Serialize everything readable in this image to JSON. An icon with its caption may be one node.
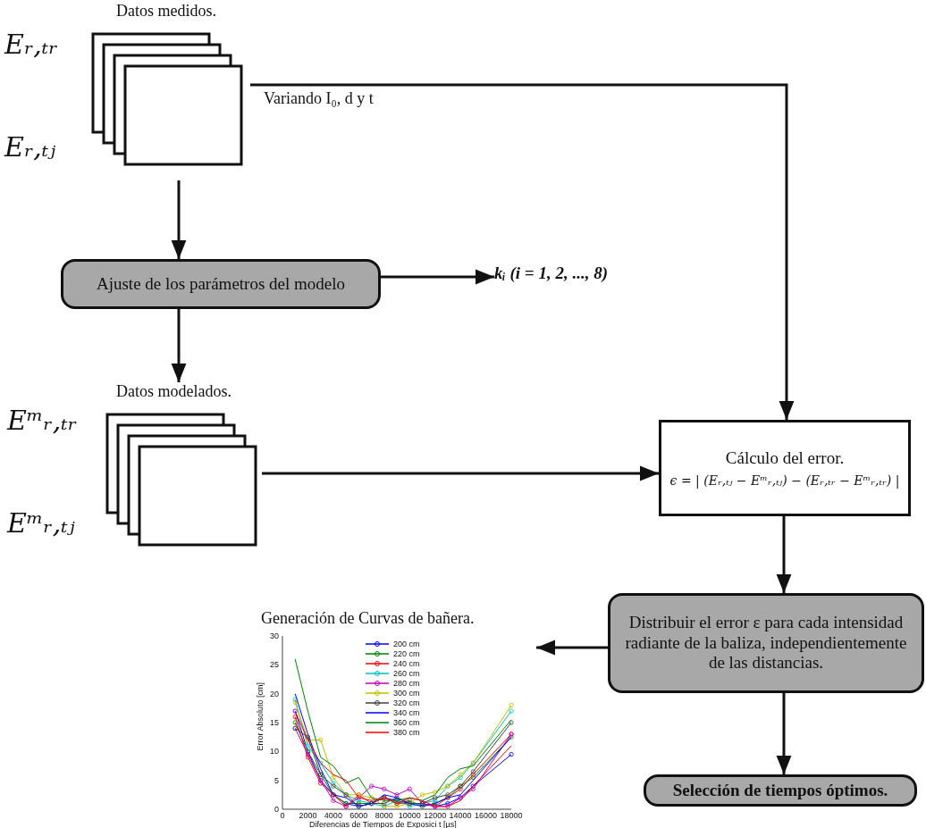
{
  "diagram": {
    "nodes": [
      {
        "text": [
          "Datos medidos."
        ],
        "beside": [
          "Eᵣ,ₜᵣ",
          "Eᵣ,ₜⱼ"
        ]
      },
      {
        "text": [
          "Ajuste de los parámetros del modelo"
        ]
      },
      {
        "text": [
          "kᵢ (i = 1, 2, ..., 8)"
        ]
      },
      {
        "text": [
          "Datos modelados."
        ],
        "beside": [
          "Eᵐᵣ,ₜᵣ",
          "Eᵐᵣ,ₜⱼ"
        ]
      },
      {
        "text": [
          "Cálculo del error.",
          "ϵ = | (Eᵣ,ₜⱼ − Eᵐᵣ,ₜⱼ) − (Eᵣ,ₜᵣ − Eᵐᵣ,ₜᵣ) |"
        ]
      },
      {
        "text": [
          "Distribuir el error ε para cada intensidad radiante de la baliza, independientemente de las distancias."
        ]
      },
      {
        "text": [
          "Generación de Curvas de bañera."
        ]
      },
      {
        "text": [
          "Selección de tiempos óptimos."
        ]
      }
    ],
    "edges": [
      {
        "from": 0,
        "to": 1,
        "arrow": "to"
      },
      {
        "from": 0,
        "to": 4,
        "arrow": "to",
        "label": "Variando I₀, d y t"
      },
      {
        "from": 1,
        "to": 2,
        "arrow": "to"
      },
      {
        "from": 1,
        "to": 3,
        "arrow": "to"
      },
      {
        "from": 3,
        "to": 4,
        "arrow": "to"
      },
      {
        "from": 4,
        "to": 5,
        "arrow": "to"
      },
      {
        "from": 5,
        "to": 6,
        "arrow": "to"
      },
      {
        "from": 5,
        "to": 7,
        "arrow": "to"
      }
    ],
    "labels": [
      "30",
      "25",
      "20",
      "15",
      "10",
      "5",
      "0",
      "Error Absoluto [cm]",
      "0",
      "2000",
      "4000",
      "6000",
      "8000",
      "10000",
      "12000",
      "14000",
      "16000",
      "18000",
      "Diferencias de Tiempos de Exposici t [µs]"
    ],
    "legend": [
      {
        "text": "200 cm"
      },
      {
        "text": "220 cm"
      },
      {
        "text": "240 cm"
      },
      {
        "text": "260 cm"
      },
      {
        "text": "280 cm"
      },
      {
        "text": "300 cm"
      },
      {
        "text": "320 cm"
      },
      {
        "text": "340 cm"
      },
      {
        "text": "360 cm"
      },
      {
        "text": "380 cm"
      }
    ]
  }
}
